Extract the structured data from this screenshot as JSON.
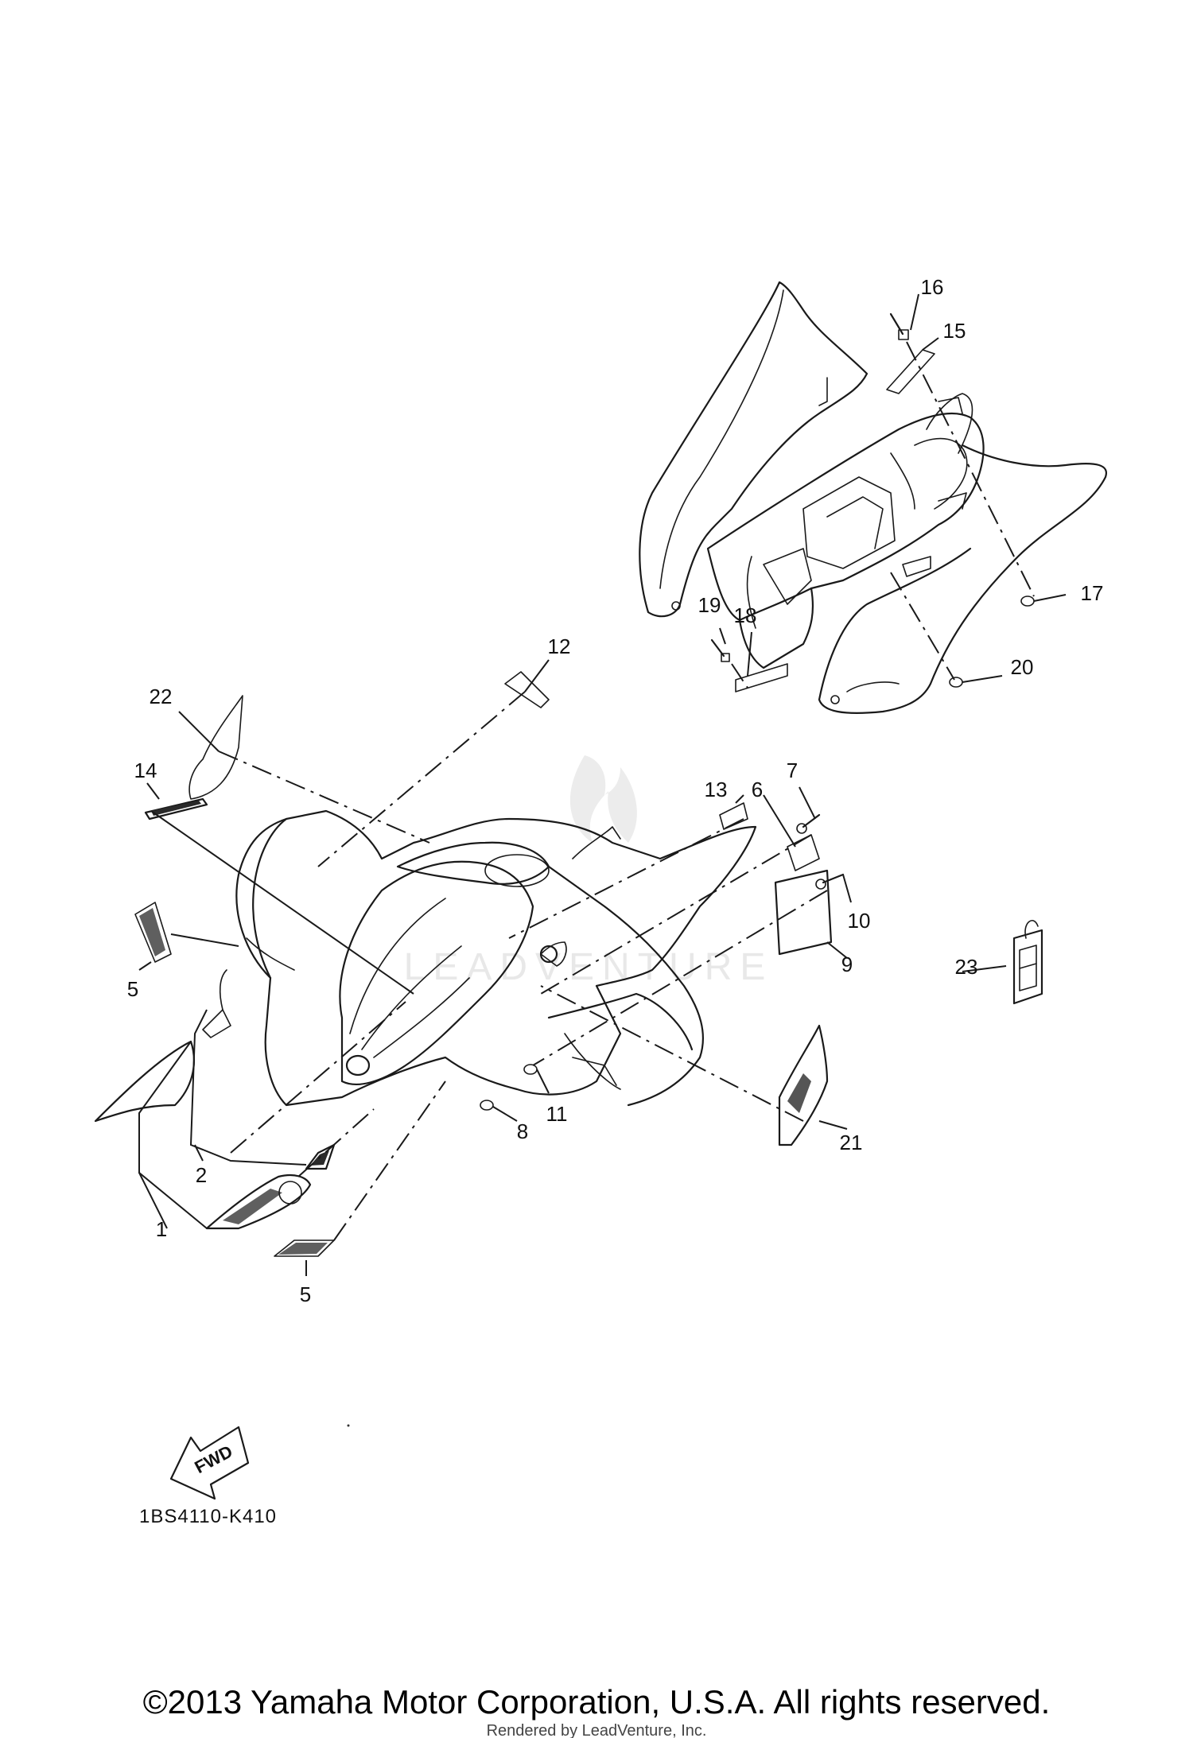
{
  "callouts": [
    {
      "id": "1",
      "text": "1"
    },
    {
      "id": "2",
      "text": "2"
    },
    {
      "id": "5a",
      "text": "5"
    },
    {
      "id": "5b",
      "text": "5"
    },
    {
      "id": "6",
      "text": "6"
    },
    {
      "id": "7",
      "text": "7"
    },
    {
      "id": "8",
      "text": "8"
    },
    {
      "id": "9",
      "text": "9"
    },
    {
      "id": "10",
      "text": "10"
    },
    {
      "id": "11",
      "text": "11"
    },
    {
      "id": "12",
      "text": "12"
    },
    {
      "id": "13",
      "text": "13"
    },
    {
      "id": "14",
      "text": "14"
    },
    {
      "id": "15",
      "text": "15"
    },
    {
      "id": "16",
      "text": "16"
    },
    {
      "id": "17",
      "text": "17"
    },
    {
      "id": "18",
      "text": "18"
    },
    {
      "id": "19",
      "text": "19"
    },
    {
      "id": "20",
      "text": "20"
    },
    {
      "id": "21",
      "text": "21"
    },
    {
      "id": "22",
      "text": "22"
    },
    {
      "id": "23",
      "text": "23"
    }
  ],
  "fwd_label": "FWD",
  "diagram_code": "1BS4110-K410",
  "copyright": "©2013 Yamaha Motor Corporation, U.S.A. All rights reserved.",
  "rendered_by": "Rendered by LeadVenture, Inc.",
  "watermark": "LEADVENTURE"
}
